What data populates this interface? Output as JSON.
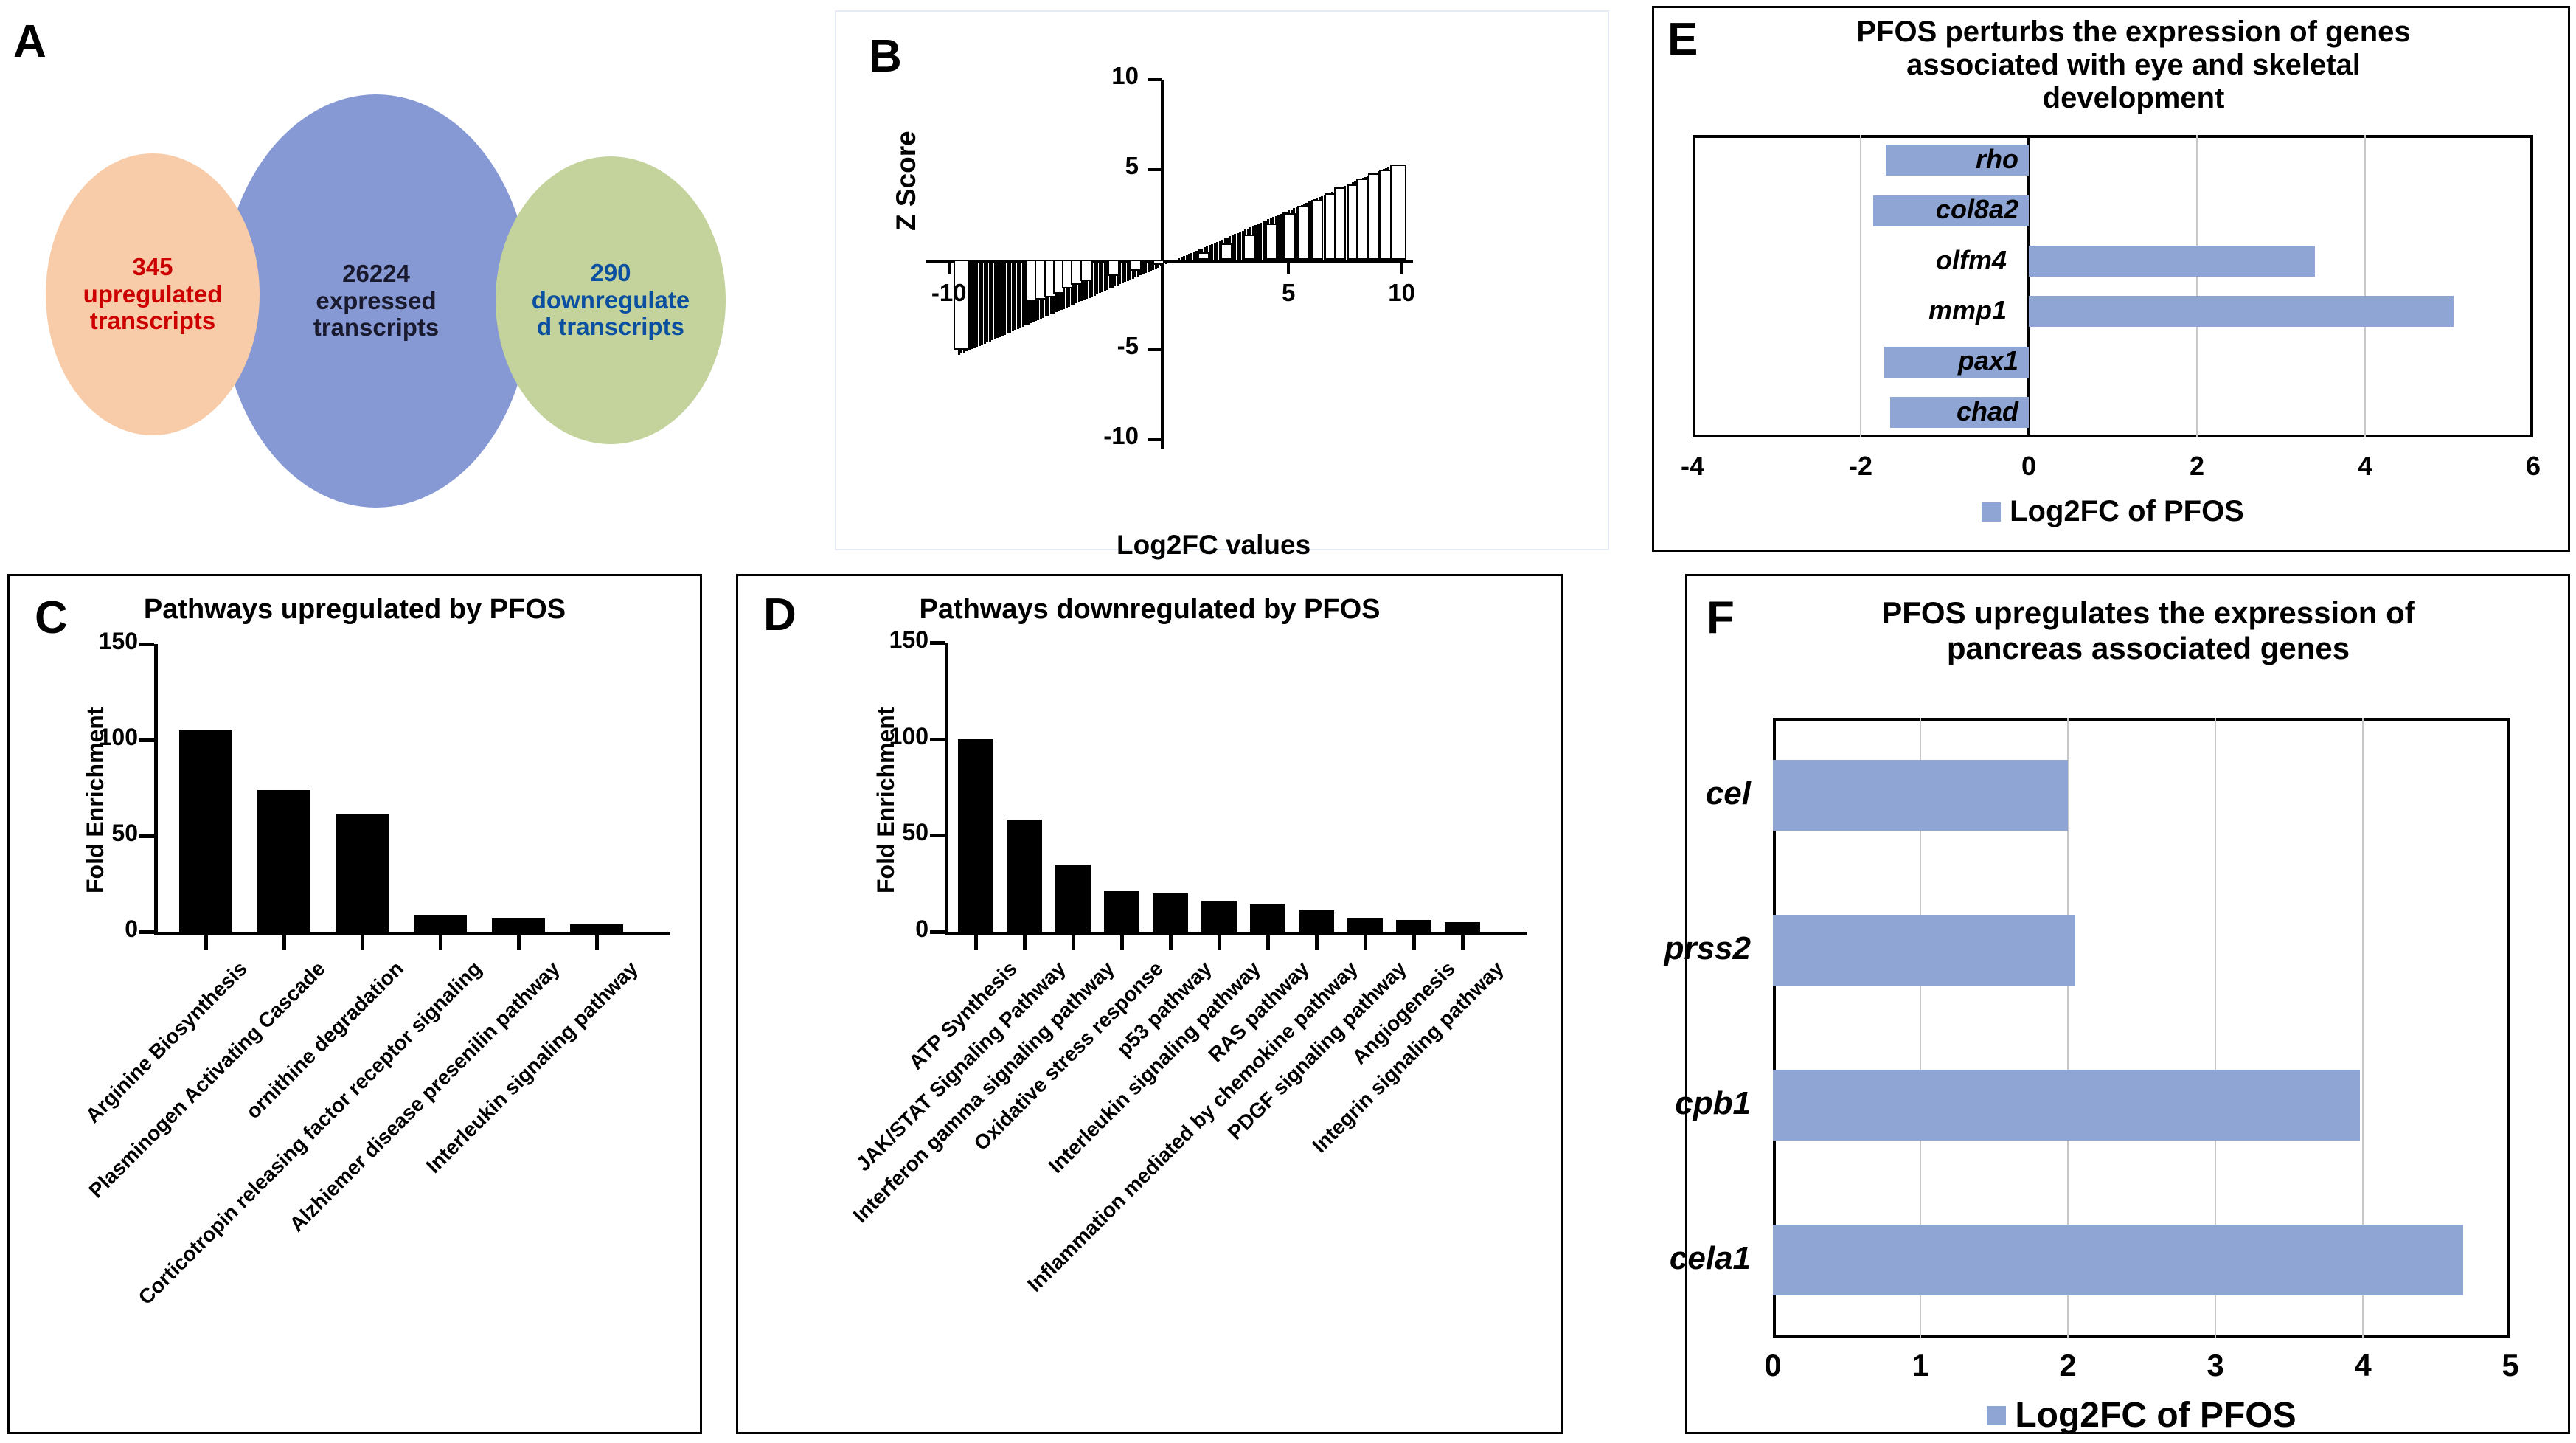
{
  "figure": {
    "panels": [
      "A",
      "B",
      "C",
      "D",
      "E",
      "F"
    ]
  },
  "panel_a": {
    "letter": "A",
    "venn": [
      {
        "id": "upregulated",
        "count": "345",
        "line1": "upregulated",
        "line2": "transcripts",
        "color": "#F8CCA8",
        "text_color": "#CC0000"
      },
      {
        "id": "expressed",
        "count": "26224",
        "line1": "expressed",
        "line2": "transcripts",
        "color": "#8699D4",
        "text_color": "#1a1a2e"
      },
      {
        "id": "downregulated",
        "count": "290",
        "line1": "downregulate",
        "line2": "d transcripts",
        "color": "#C3D39B",
        "text_color": "#0B4FA0"
      }
    ]
  },
  "panel_b": {
    "letter": "B",
    "chart_data": {
      "type": "bar",
      "title": "",
      "xlabel": "Log2FC values",
      "ylabel": "Z Score",
      "xlim": [
        -11,
        10.5
      ],
      "ylim": [
        -10,
        10
      ],
      "xticks": [
        "5",
        "10"
      ],
      "xticks_neg": [
        "-10"
      ],
      "yticks": [
        "10",
        "5",
        "-5",
        "-10"
      ],
      "grid": false,
      "description": "Z score versus Log2FC; dense fan of bars rising linearly from origin, positive side reaching Z about 5.3 at Log2FC 9.5, negative side reaching Z about -5 at Log2FC -9.8",
      "points": [
        {
          "x": -9.8,
          "y": -5.0
        },
        {
          "x": -6.6,
          "y": -2.3
        },
        {
          "x": -6.2,
          "y": -2.2
        },
        {
          "x": -5.8,
          "y": -2.1
        },
        {
          "x": -5.4,
          "y": -1.9
        },
        {
          "x": -5.0,
          "y": -1.6
        },
        {
          "x": -4.6,
          "y": -1.4
        },
        {
          "x": -4.2,
          "y": -1.2
        },
        {
          "x": -3.0,
          "y": -0.9
        },
        {
          "x": -2.0,
          "y": -0.6
        },
        {
          "x": -1.0,
          "y": -0.3
        },
        {
          "x": 1.0,
          "y": 0.4
        },
        {
          "x": 2.0,
          "y": 0.9
        },
        {
          "x": 3.0,
          "y": 1.4
        },
        {
          "x": 4.0,
          "y": 2.0
        },
        {
          "x": 4.8,
          "y": 2.6
        },
        {
          "x": 5.4,
          "y": 3.0
        },
        {
          "x": 6.0,
          "y": 3.3
        },
        {
          "x": 6.6,
          "y": 3.7
        },
        {
          "x": 7.0,
          "y": 4.0
        },
        {
          "x": 7.6,
          "y": 4.2
        },
        {
          "x": 8.0,
          "y": 4.5
        },
        {
          "x": 8.5,
          "y": 4.8
        },
        {
          "x": 9.0,
          "y": 5.0
        },
        {
          "x": 9.5,
          "y": 5.3
        }
      ]
    }
  },
  "panel_c": {
    "letter": "C",
    "chart_data": {
      "type": "bar",
      "title": "Pathways upregulated by PFOS",
      "xlabel": "",
      "ylabel": "Fold Enrichment",
      "ylim": [
        0,
        150
      ],
      "yticks": [
        "150",
        "100",
        "50",
        "0"
      ],
      "grid": false,
      "categories": [
        "Arginine Biosynthesis",
        "Plasminogen Activating Cascade",
        "ornithine degradation",
        "Corticotropin releasing factor receptor signaling",
        "Alzhiemer disease presenilin pathway",
        "Interleukin signaling pathway"
      ],
      "values": [
        105,
        74,
        61,
        9,
        7,
        4
      ]
    }
  },
  "panel_d": {
    "letter": "D",
    "chart_data": {
      "type": "bar",
      "title": "Pathways downregulated by PFOS",
      "xlabel": "",
      "ylabel": "Fold Enrichment",
      "ylim": [
        0,
        150
      ],
      "yticks": [
        "150",
        "100",
        "50",
        "0"
      ],
      "grid": false,
      "categories": [
        "ATP Synthesis",
        "JAK/STAT Signaling Pathway",
        "Interferon gamma signaling pathway",
        "Oxidative stress response",
        "p53 pathway",
        "Interleukin signaling pathway",
        "RAS pathway",
        "Inflammation mediated by chemokine pathway",
        "PDGF signaling pathway",
        "Angiogenesis",
        "Integrin signaling pathway"
      ],
      "values": [
        100,
        58,
        35,
        21,
        20,
        16,
        14,
        11,
        7,
        6,
        5
      ]
    }
  },
  "panel_e": {
    "letter": "E",
    "chart_data": {
      "type": "bar",
      "orientation": "horizontal",
      "title": "PFOS  perturbs the expression of genes associated with eye and skeletal development",
      "title_lines": [
        "PFOS  perturbs the expression of genes",
        "associated with eye and skeletal",
        "development"
      ],
      "xlabel": "",
      "ylabel": "",
      "xlim": [
        -4,
        6
      ],
      "xticks": [
        "-4",
        "-2",
        "0",
        "2",
        "4",
        "6"
      ],
      "grid": true,
      "legend": "Log2FC of PFOS",
      "legend_position": "bottom",
      "legend_color": "#8FA5D4",
      "categories": [
        "rho",
        "col8a2",
        "olfm4",
        "mmp1",
        "pax1",
        "chad"
      ],
      "values": [
        -1.7,
        -1.85,
        3.4,
        5.05,
        -1.72,
        -1.65
      ]
    }
  },
  "panel_f": {
    "letter": "F",
    "chart_data": {
      "type": "bar",
      "orientation": "horizontal",
      "title": "PFOS  upregulates the expression of pancreas associated genes",
      "title_lines": [
        "PFOS  upregulates the expression of",
        "pancreas associated genes"
      ],
      "xlabel": "",
      "ylabel": "",
      "xlim": [
        0,
        5
      ],
      "xticks": [
        "0",
        "1",
        "2",
        "3",
        "4",
        "5"
      ],
      "grid": true,
      "legend": "Log2FC of PFOS",
      "legend_position": "bottom",
      "legend_color": "#8FA5D4",
      "categories": [
        "cel",
        "prss2",
        "cpb1",
        "cela1"
      ],
      "values": [
        2.0,
        2.05,
        3.98,
        4.68
      ]
    }
  }
}
